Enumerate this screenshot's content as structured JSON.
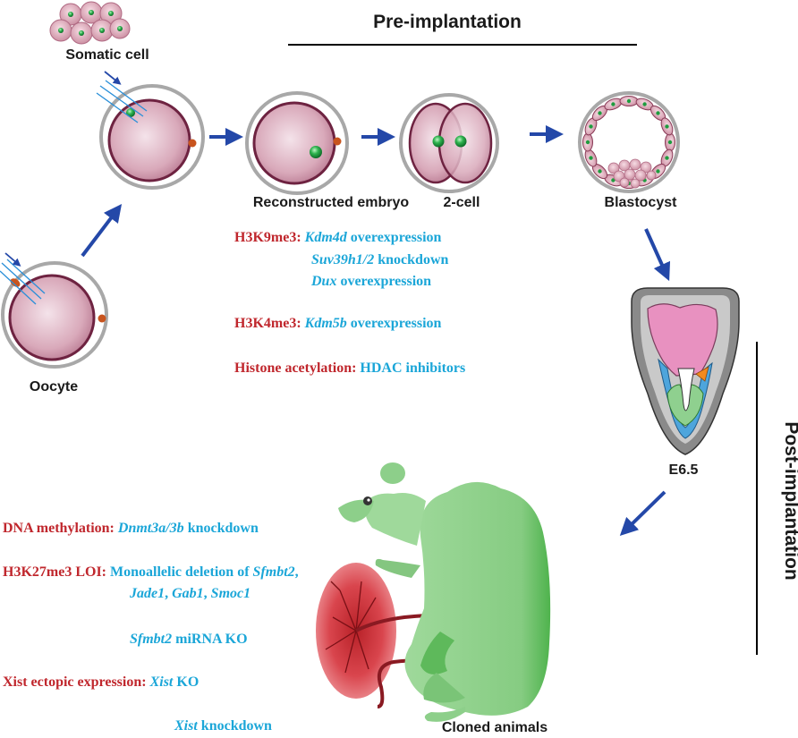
{
  "headers": {
    "pre": "Pre-implantation",
    "post": "Post-implantation"
  },
  "labels": {
    "somatic": "Somatic cell",
    "oocyte": "Oocyte",
    "reconstructed": "Reconstructed embryo",
    "two_cell": "2-cell",
    "blastocyst": "Blastocyst",
    "e65": "E6.5",
    "cloned": "Cloned animals"
  },
  "pre_notes": [
    {
      "key": "H3K9me3:",
      "parts": [
        {
          "t": "Kdm4d",
          "i": true
        },
        {
          "t": " overexpression",
          "i": false
        }
      ]
    },
    {
      "key": "",
      "parts": [
        {
          "t": "Suv39h1/2",
          "i": true
        },
        {
          "t": " knockdown",
          "i": false
        }
      ]
    },
    {
      "key": "",
      "parts": [
        {
          "t": "Dux",
          "i": true
        },
        {
          "t": " overexpression",
          "i": false
        }
      ]
    },
    {
      "key": "H3K4me3:",
      "parts": [
        {
          "t": "Kdm5b",
          "i": true
        },
        {
          "t": " overexpression",
          "i": false
        }
      ]
    },
    {
      "key": "Histone acetylation:",
      "parts": [
        {
          "t": "HDAC inhibitors",
          "i": false
        }
      ]
    }
  ],
  "post_notes": [
    {
      "key": "DNA methylation:",
      "parts": [
        {
          "t": "Dnmt3a/3b",
          "i": true
        },
        {
          "t": " knockdown",
          "i": false
        }
      ]
    },
    {
      "key": "H3K27me3 LOI:",
      "parts": [
        {
          "t": "Monoallelic deletion of ",
          "i": false
        },
        {
          "t": "Sfmbt2",
          "i": true
        },
        {
          "t": ",",
          "i": false
        }
      ]
    },
    {
      "key": "",
      "parts": [
        {
          "t": "Jade1",
          "i": true
        },
        {
          "t": ", ",
          "i": false
        },
        {
          "t": "Gab1",
          "i": true
        },
        {
          "t": ", ",
          "i": false
        },
        {
          "t": "Smoc1",
          "i": true
        }
      ]
    },
    {
      "key": "",
      "parts": [
        {
          "t": "Sfmbt2",
          "i": true
        },
        {
          "t": " miRNA KO",
          "i": false
        }
      ]
    },
    {
      "key": "Xist ectopic expression:",
      "parts": [
        {
          "t": "Xist",
          "i": true
        },
        {
          "t": " KO",
          "i": false
        }
      ]
    },
    {
      "key": "",
      "parts": [
        {
          "t": "Xist",
          "i": true
        },
        {
          "t": " knockdown",
          "i": false
        }
      ]
    }
  ],
  "colors": {
    "key_red": "#c0272d",
    "value_blue": "#1ba6d8",
    "arrow_blue": "#2448a8",
    "cytoplasm": "#d7a6b8",
    "nucleus_green": "#1f9c3f",
    "polar_body": "#c8541e",
    "mouse_green": "#8dcf8a",
    "placenta_red": "#e4787f"
  }
}
